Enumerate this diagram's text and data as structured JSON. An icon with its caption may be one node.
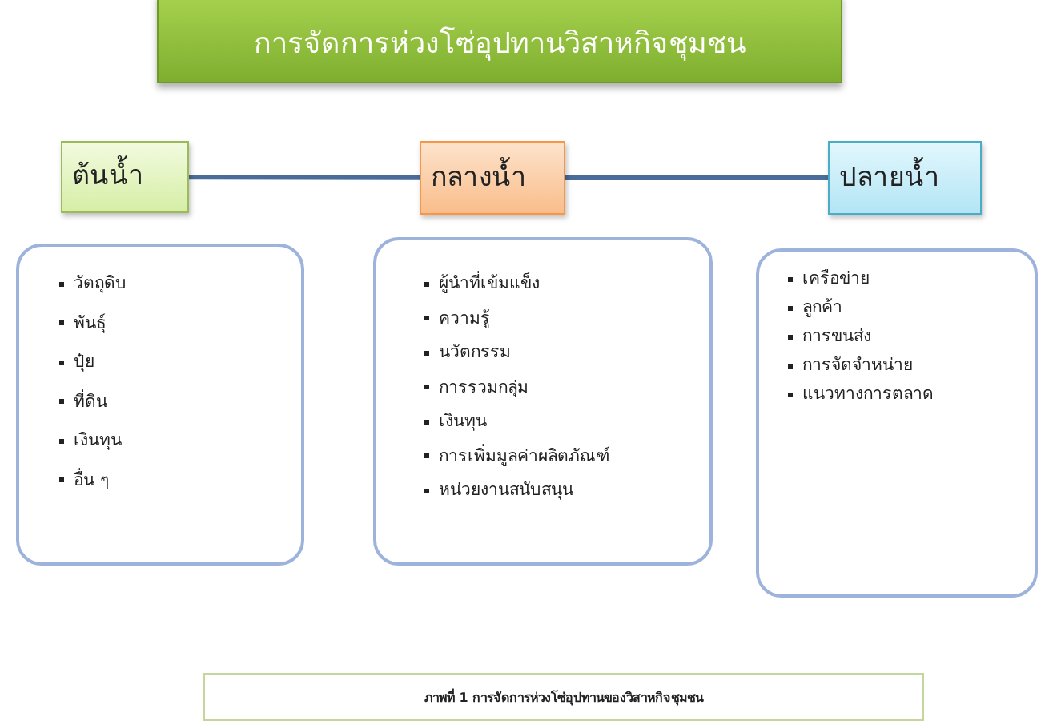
{
  "diagram": {
    "title": "การจัดการห่วงโซ่อุปทานวิสาหกิจชุมชน",
    "nodes": [
      {
        "text": [
          "ต้นน้ำ"
        ]
      },
      {
        "text": [
          "กลางน้ำ"
        ]
      },
      {
        "text": [
          "ปลายน้ำ"
        ]
      },
      {
        "text": [
          "วัตถุดิบ",
          "พันธุ์",
          "ปุ๋ย",
          "ที่ดิน",
          "เงินทุน",
          "อื่น ๆ"
        ]
      },
      {
        "text": [
          "ผู้นำที่เข้มแข็ง",
          "ความรู้",
          "นวัตกรรม",
          "การรวมกลุ่ม",
          "เงินทุน",
          "การเพิ่มมูลค่าผลิตภัณฑ์",
          "หน่วยงานสนับสนุน"
        ]
      },
      {
        "text": [
          "เครือข่าย",
          "ลูกค้า",
          "การขนส่ง",
          "การจัดจำหน่าย",
          "แนวทางการตลาด"
        ]
      }
    ],
    "edges": [
      {
        "from": 0,
        "to": 1,
        "arrow": "none"
      },
      {
        "from": 1,
        "to": 2,
        "arrow": "none"
      }
    ],
    "caption": "ภาพที่ 1 การจัดการห่วงโซ่อุปทานของวิสาหกิจชุมชน"
  }
}
